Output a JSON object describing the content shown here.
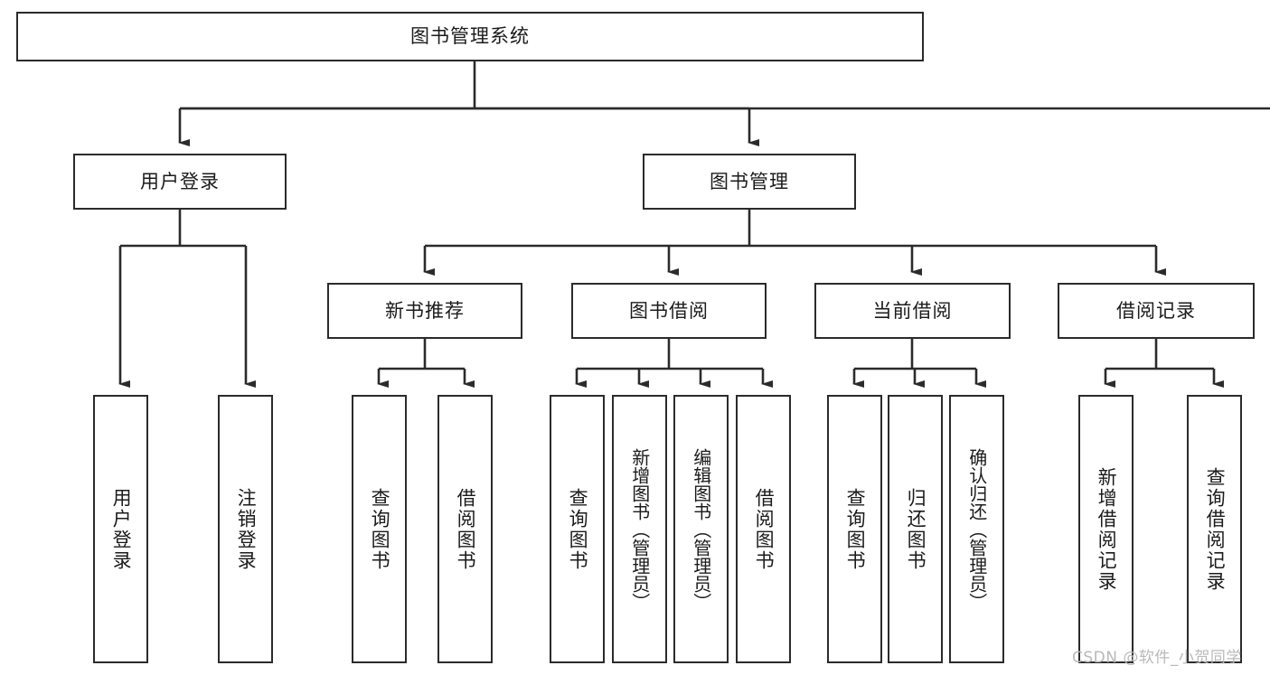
{
  "diagram": {
    "title": "图书管理系统",
    "type": "功能结构图",
    "stroke_color": "#2b2b2b",
    "fill_color": "#ffffff",
    "text_color": "#1b1b1b",
    "watermark": "CSDN @软件_小贺同学",
    "nodes": {
      "root": {
        "label": "图书管理系统"
      },
      "level2": [
        {
          "label": "用户登录"
        },
        {
          "label": "图书管理"
        }
      ],
      "level3": [
        {
          "label": "新书推荐"
        },
        {
          "label": "图书借阅"
        },
        {
          "label": "当前借阅"
        },
        {
          "label": "借阅记录"
        }
      ],
      "leaves": {
        "user_login": [
          {
            "label": "用户登录"
          },
          {
            "label": "注销登录"
          }
        ],
        "new_book": [
          {
            "label": "查询图书"
          },
          {
            "label": "借阅图书"
          }
        ],
        "book_borrow": [
          {
            "label": "查询图书"
          },
          {
            "label": "新增图书（管理员）"
          },
          {
            "label": "编辑图书（管理员）"
          },
          {
            "label": "借阅图书"
          }
        ],
        "current_borrow": [
          {
            "label": "查询图书"
          },
          {
            "label": "归还图书"
          },
          {
            "label": "确认归还（管理员）"
          }
        ],
        "borrow_record": [
          {
            "label": "新增借阅记录"
          },
          {
            "label": "查询借阅记录"
          }
        ]
      }
    }
  }
}
